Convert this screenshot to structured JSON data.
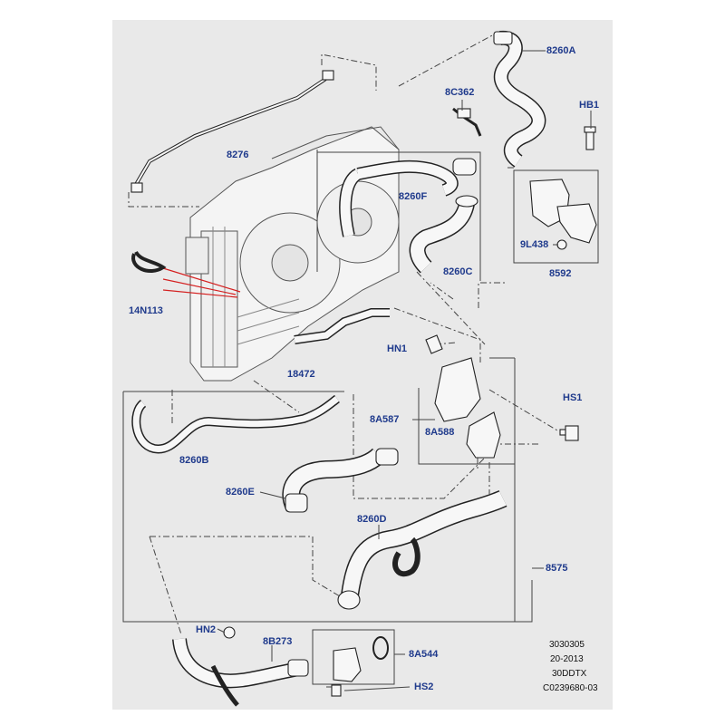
{
  "diagram": {
    "part_labels": {
      "p8260A": "8260A",
      "p8C362": "8C362",
      "pHB1": "HB1",
      "p8276": "8276",
      "p8260F": "8260F",
      "p9L438": "9L438",
      "p8592": "8592",
      "p8260C": "8260C",
      "p14N113": "14N113",
      "pHN1": "HN1",
      "p18472": "18472",
      "pHS1": "HS1",
      "p8A587": "8A587",
      "p8A588": "8A588",
      "p8260B": "8260B",
      "p8260E": "8260E",
      "p8260D": "8260D",
      "p8575": "8575",
      "pHN2": "HN2",
      "p8B273": "8B273",
      "p8A544": "8A544",
      "pHS2": "HS2"
    },
    "reference": {
      "line1": "3030305",
      "line2": "20-2013",
      "line3": "30DDTX",
      "line4": "C0239680-03"
    },
    "colors": {
      "background": "#e9e9e9",
      "frame": "#444444",
      "label": "#1f3a8c",
      "callout_red": "#d42020",
      "part_stroke": "#222222",
      "part_fill": "#f7f7f7"
    }
  }
}
